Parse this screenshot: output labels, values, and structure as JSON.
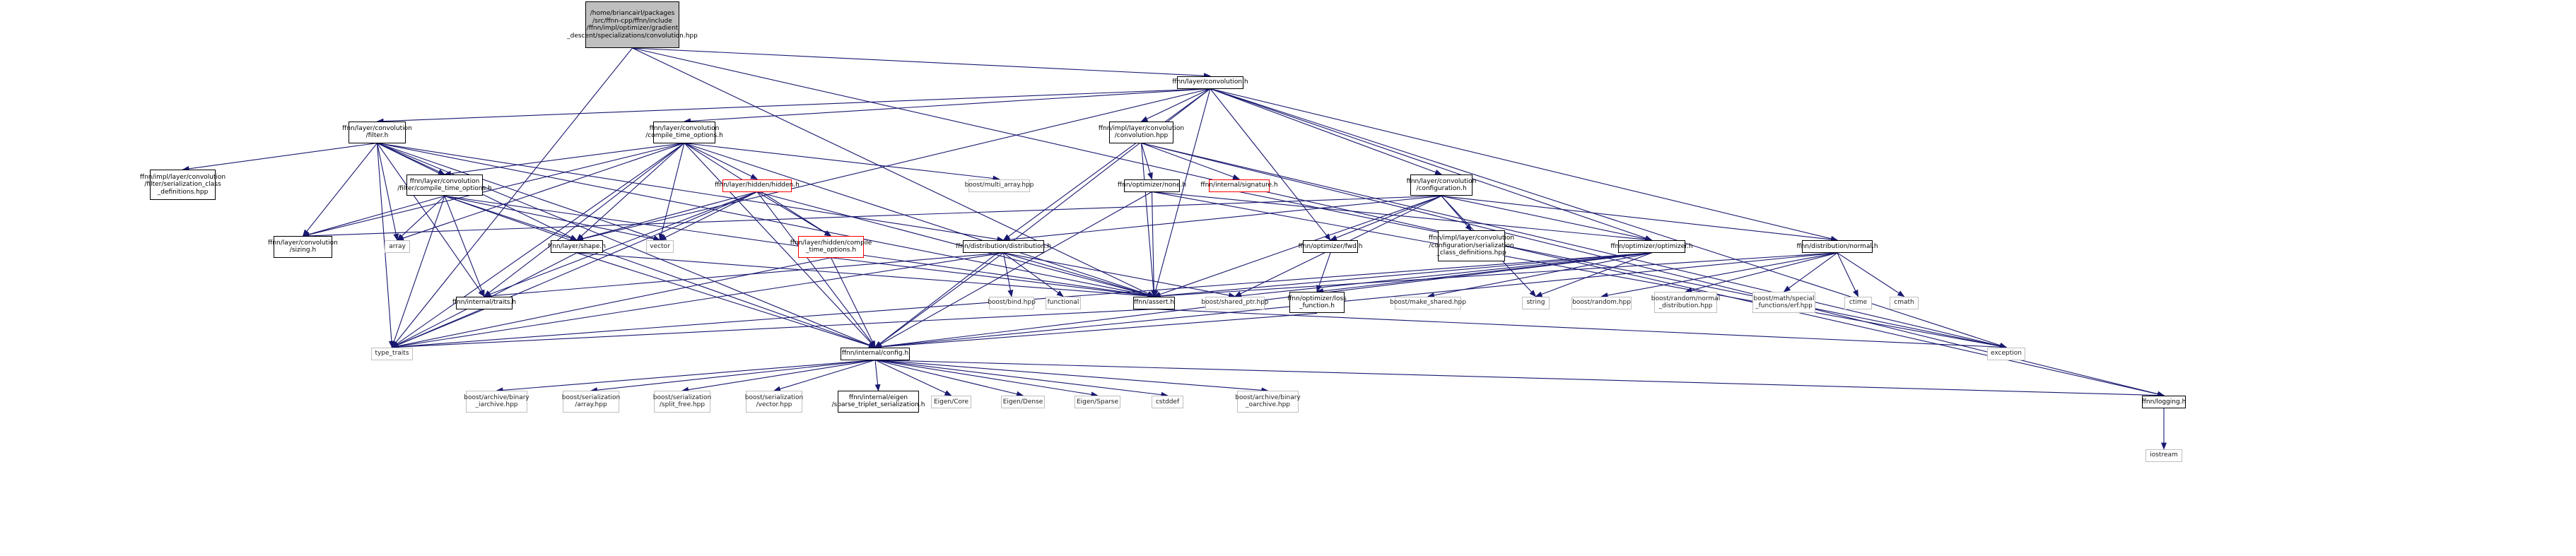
{
  "diagram": {
    "type": "dependency-graph",
    "node_fill_root": "#bfbfbf",
    "edge_color": "#191970",
    "nodes": {
      "root": {
        "label": "/home/briancairl/packages\n/src/ffnn-cpp/ffnn/include\n/ffnn/impl/optimizer/gradient\n_descent/specializations/convolution.hpp",
        "style": "root"
      },
      "conv_h": {
        "label": "ffnn/layer/convolution.h",
        "style": "normal"
      },
      "filter_h": {
        "label": "ffnn/layer/convolution\n/filter.h",
        "style": "normal"
      },
      "cto_h": {
        "label": "ffnn/layer/convolution\n/compile_time_options.h",
        "style": "normal"
      },
      "impl_conv_hpp": {
        "label": "ffnn/impl/layer/convolution\n/convolution.hpp",
        "style": "normal"
      },
      "impl_filter_ser": {
        "label": "ffnn/impl/layer/convolution\n/filter/serialization_class\n_definitions.hpp",
        "style": "normal"
      },
      "filter_cto_h": {
        "label": "ffnn/layer/convolution\n/filter/compile_time_options.h",
        "style": "normal"
      },
      "multi_array": {
        "label": "boost/multi_array.hpp",
        "style": "ext"
      },
      "hidden_h": {
        "label": "ffnn/layer/hidden/hidden.h",
        "style": "red"
      },
      "config_h": {
        "label": "ffnn/layer/convolution\n/configuration.h",
        "style": "normal"
      },
      "opt_none_h": {
        "label": "ffnn/optimizer/none.h",
        "style": "normal"
      },
      "signature_h": {
        "label": "ffnn/internal/signature.h",
        "style": "red"
      },
      "sizing_h": {
        "label": "ffnn/layer/convolution\n/sizing.h",
        "style": "normal"
      },
      "array": {
        "label": "array",
        "style": "ext"
      },
      "vector": {
        "label": "vector",
        "style": "ext"
      },
      "shape_h": {
        "label": "ffnn/layer/shape.h",
        "style": "normal"
      },
      "hidden_cto_h": {
        "label": "ffnn/layer/hidden/compile\n_time_options.h",
        "style": "red"
      },
      "dist_h": {
        "label": "ffnn/distribution/distribution.h",
        "style": "normal"
      },
      "opt_fwd_h": {
        "label": "ffnn/optimizer/fwd.h",
        "style": "normal"
      },
      "impl_config_ser": {
        "label": "ffnn/impl/layer/convolution\n/configuration/serialization\n_class_definitions.hpp",
        "style": "normal"
      },
      "opt_h": {
        "label": "ffnn/optimizer/optimizer.h",
        "style": "normal"
      },
      "normal_h": {
        "label": "ffnn/distribution/normal.h",
        "style": "normal"
      },
      "traits_h": {
        "label": "ffnn/internal/traits.h",
        "style": "normal"
      },
      "boost_bind": {
        "label": "boost/bind.hpp",
        "style": "ext"
      },
      "functional": {
        "label": "functional",
        "style": "ext"
      },
      "assert_h": {
        "label": "ffnn/assert.h",
        "style": "normal"
      },
      "shared_ptr": {
        "label": "boost/shared_ptr.hpp",
        "style": "ext"
      },
      "loss_h": {
        "label": "ffnn/optimizer/loss\n_function.h",
        "style": "normal"
      },
      "make_shared": {
        "label": "boost/make_shared.hpp",
        "style": "ext"
      },
      "string": {
        "label": "string",
        "style": "ext"
      },
      "boost_random": {
        "label": "boost/random.hpp",
        "style": "ext"
      },
      "normal_dist": {
        "label": "boost/random/normal\n_distribution.hpp",
        "style": "ext"
      },
      "erf_hpp": {
        "label": "boost/math/special\n_functions/erf.hpp",
        "style": "ext"
      },
      "ctime": {
        "label": "ctime",
        "style": "ext"
      },
      "cmath": {
        "label": "cmath",
        "style": "ext"
      },
      "type_traits": {
        "label": "type_traits",
        "style": "ext"
      },
      "config_internal_h": {
        "label": "ffnn/internal/config.h",
        "style": "normal"
      },
      "exception": {
        "label": "exception",
        "style": "ext"
      },
      "binary_iarchive": {
        "label": "boost/archive/binary\n_iarchive.hpp",
        "style": "ext"
      },
      "ser_array": {
        "label": "boost/serialization\n/array.hpp",
        "style": "ext"
      },
      "split_free": {
        "label": "boost/serialization\n/split_free.hpp",
        "style": "ext"
      },
      "ser_vector": {
        "label": "boost/serialization\n/vector.hpp",
        "style": "ext"
      },
      "sparse_triplet": {
        "label": "ffnn/internal/eigen\n/sparse_triplet_serialization.h",
        "style": "normal"
      },
      "eigen_core": {
        "label": "Eigen/Core",
        "style": "ext"
      },
      "eigen_dense": {
        "label": "Eigen/Dense",
        "style": "ext"
      },
      "eigen_sparse": {
        "label": "Eigen/Sparse",
        "style": "ext"
      },
      "cstddef": {
        "label": "cstddef",
        "style": "ext"
      },
      "binary_oarchive": {
        "label": "boost/archive/binary\n_oarchive.hpp",
        "style": "ext"
      },
      "logging_h": {
        "label": "ffnn/logging.h",
        "style": "normal"
      },
      "iostream": {
        "label": "iostream",
        "style": "ext"
      }
    },
    "edges": [
      [
        "root",
        "conv_h"
      ],
      [
        "root",
        "type_traits"
      ],
      [
        "root",
        "assert_h"
      ],
      [
        "root",
        "logging_h"
      ],
      [
        "conv_h",
        "filter_h"
      ],
      [
        "conv_h",
        "cto_h"
      ],
      [
        "conv_h",
        "impl_conv_hpp"
      ],
      [
        "conv_h",
        "config_h"
      ],
      [
        "conv_h",
        "dist_h"
      ],
      [
        "conv_h",
        "assert_h"
      ],
      [
        "conv_h",
        "opt_h"
      ],
      [
        "conv_h",
        "normal_h"
      ],
      [
        "conv_h",
        "opt_fwd_h"
      ],
      [
        "conv_h",
        "config_internal_h"
      ],
      [
        "conv_h",
        "shape_h"
      ],
      [
        "conv_h",
        "exception"
      ],
      [
        "filter_h",
        "impl_filter_ser"
      ],
      [
        "filter_h",
        "filter_cto_h"
      ],
      [
        "filter_h",
        "sizing_h"
      ],
      [
        "filter_h",
        "array"
      ],
      [
        "filter_h",
        "vector"
      ],
      [
        "filter_h",
        "shape_h"
      ],
      [
        "filter_h",
        "traits_h"
      ],
      [
        "filter_h",
        "assert_h"
      ],
      [
        "filter_h",
        "type_traits"
      ],
      [
        "filter_h",
        "config_internal_h"
      ],
      [
        "filter_h",
        "dist_h"
      ],
      [
        "cto_h",
        "multi_array"
      ],
      [
        "cto_h",
        "hidden_h"
      ],
      [
        "cto_h",
        "filter_cto_h"
      ],
      [
        "cto_h",
        "hidden_cto_h"
      ],
      [
        "cto_h",
        "sizing_h"
      ],
      [
        "cto_h",
        "array"
      ],
      [
        "cto_h",
        "vector"
      ],
      [
        "cto_h",
        "shape_h"
      ],
      [
        "cto_h",
        "traits_h"
      ],
      [
        "cto_h",
        "assert_h"
      ],
      [
        "cto_h",
        "type_traits"
      ],
      [
        "cto_h",
        "config_internal_h"
      ],
      [
        "impl_conv_hpp",
        "opt_none_h"
      ],
      [
        "impl_conv_hpp",
        "signature_h"
      ],
      [
        "impl_conv_hpp",
        "assert_h"
      ],
      [
        "impl_conv_hpp",
        "logging_h"
      ],
      [
        "impl_conv_hpp",
        "exception"
      ],
      [
        "filter_cto_h",
        "sizing_h"
      ],
      [
        "filter_cto_h",
        "array"
      ],
      [
        "filter_cto_h",
        "vector"
      ],
      [
        "filter_cto_h",
        "shape_h"
      ],
      [
        "filter_cto_h",
        "traits_h"
      ],
      [
        "filter_cto_h",
        "type_traits"
      ],
      [
        "filter_cto_h",
        "config_internal_h"
      ],
      [
        "filter_cto_h",
        "assert_h"
      ],
      [
        "hidden_h",
        "vector"
      ],
      [
        "hidden_h",
        "hidden_cto_h"
      ],
      [
        "hidden_h",
        "shape_h"
      ],
      [
        "hidden_h",
        "traits_h"
      ],
      [
        "hidden_h",
        "assert_h"
      ],
      [
        "hidden_h",
        "type_traits"
      ],
      [
        "hidden_h",
        "config_internal_h"
      ],
      [
        "config_h",
        "sizing_h"
      ],
      [
        "config_h",
        "dist_h"
      ],
      [
        "config_h",
        "opt_fwd_h"
      ],
      [
        "config_h",
        "impl_config_ser"
      ],
      [
        "config_h",
        "opt_h"
      ],
      [
        "config_h",
        "normal_h"
      ],
      [
        "config_h",
        "assert_h"
      ],
      [
        "config_h",
        "shared_ptr"
      ],
      [
        "config_h",
        "string"
      ],
      [
        "opt_none_h",
        "opt_h"
      ],
      [
        "opt_none_h",
        "assert_h"
      ],
      [
        "opt_none_h",
        "config_internal_h"
      ],
      [
        "opt_none_h",
        "exception"
      ],
      [
        "signature_h",
        "exception"
      ],
      [
        "shape_h",
        "assert_h"
      ],
      [
        "shape_h",
        "type_traits"
      ],
      [
        "shape_h",
        "config_internal_h"
      ],
      [
        "hidden_cto_h",
        "assert_h"
      ],
      [
        "hidden_cto_h",
        "type_traits"
      ],
      [
        "hidden_cto_h",
        "config_internal_h"
      ],
      [
        "dist_h",
        "traits_h"
      ],
      [
        "dist_h",
        "boost_bind"
      ],
      [
        "dist_h",
        "functional"
      ],
      [
        "dist_h",
        "assert_h"
      ],
      [
        "dist_h",
        "shared_ptr"
      ],
      [
        "dist_h",
        "type_traits"
      ],
      [
        "dist_h",
        "config_internal_h"
      ],
      [
        "opt_fwd_h",
        "loss_h"
      ],
      [
        "opt_h",
        "loss_h"
      ],
      [
        "opt_h",
        "make_shared"
      ],
      [
        "opt_h",
        "string"
      ],
      [
        "opt_h",
        "shared_ptr"
      ],
      [
        "opt_h",
        "assert_h"
      ],
      [
        "opt_h",
        "type_traits"
      ],
      [
        "opt_h",
        "config_internal_h"
      ],
      [
        "normal_h",
        "boost_random"
      ],
      [
        "normal_h",
        "normal_dist"
      ],
      [
        "normal_h",
        "erf_hpp"
      ],
      [
        "normal_h",
        "ctime"
      ],
      [
        "normal_h",
        "cmath"
      ],
      [
        "normal_h",
        "assert_h"
      ],
      [
        "normal_h",
        "config_internal_h"
      ],
      [
        "traits_h",
        "type_traits"
      ],
      [
        "assert_h",
        "exception"
      ],
      [
        "assert_h",
        "type_traits"
      ],
      [
        "loss_h",
        "config_internal_h"
      ],
      [
        "config_internal_h",
        "binary_iarchive"
      ],
      [
        "config_internal_h",
        "ser_array"
      ],
      [
        "config_internal_h",
        "split_free"
      ],
      [
        "config_internal_h",
        "ser_vector"
      ],
      [
        "config_internal_h",
        "sparse_triplet"
      ],
      [
        "config_internal_h",
        "eigen_core"
      ],
      [
        "config_internal_h",
        "eigen_dense"
      ],
      [
        "config_internal_h",
        "eigen_sparse"
      ],
      [
        "config_internal_h",
        "cstddef"
      ],
      [
        "config_internal_h",
        "binary_oarchive"
      ],
      [
        "config_internal_h",
        "logging_h"
      ],
      [
        "logging_h",
        "iostream"
      ]
    ]
  }
}
